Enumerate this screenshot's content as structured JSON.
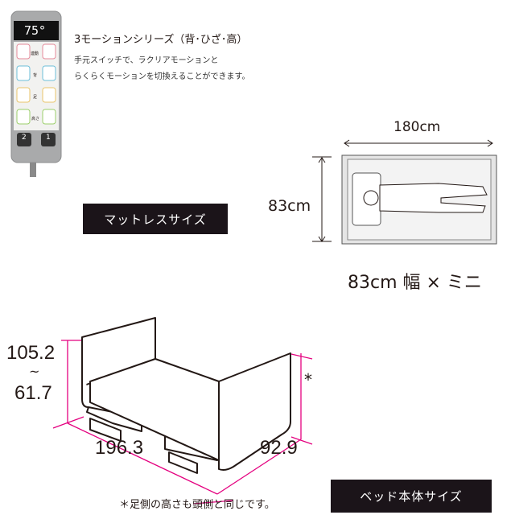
{
  "remote": {
    "display": "75°",
    "buttons": [
      "2",
      "1"
    ],
    "labels": [
      "連動",
      "背",
      "足",
      "高さ"
    ]
  },
  "product": {
    "title": "3モーションシリーズ（背･ひざ･高）",
    "description_lines": [
      "手元スイッチで、ラクリアモーションと",
      "らくらくモーションを切換えることができます。"
    ]
  },
  "mattress": {
    "label": "マットレスサイズ",
    "length": "180cm",
    "width": "83cm",
    "size_caption": "83cm 幅 × ミニ"
  },
  "bed": {
    "label": "ベッド本体サイズ",
    "height_max": "105.2",
    "tilde": "~",
    "height_min": "61.7",
    "length": "196.3",
    "width": "92.9",
    "asterisk": "*",
    "note": "＊足側の高さも頭側と同じです。"
  },
  "colors": {
    "dimension_line": "#e4007f",
    "label_bg": "#1b1419"
  }
}
